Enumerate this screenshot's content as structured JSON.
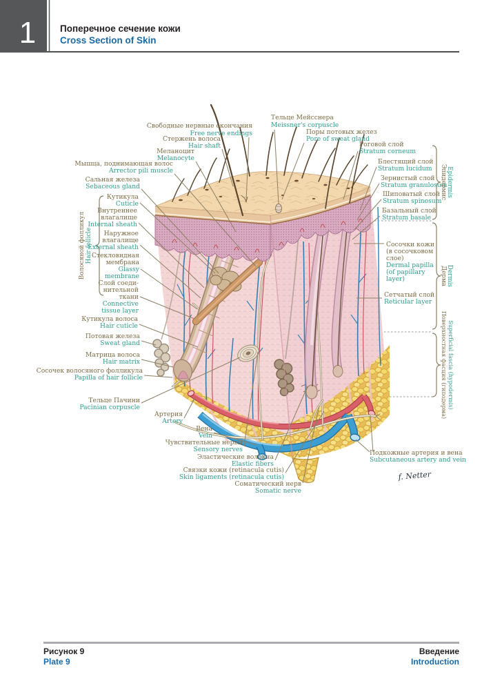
{
  "header": {
    "chapter_number": "1",
    "title_ru": "Поперечное сечение кожи",
    "title_en": "Cross Section of Skin"
  },
  "footer": {
    "figure_ru": "Рисунок 9",
    "figure_en": "Plate 9",
    "section_ru": "Введение",
    "section_en": "Introduction"
  },
  "signature": "f. Netter",
  "colors": {
    "label_ru": "#7d6b45",
    "label_en": "#2f9b8b",
    "title_blue": "#1a6aa5",
    "tab_gray": "#555759",
    "lead_line": "#8c8063",
    "vein_blue": "#3d9ed2",
    "artery_red": "#d95f69",
    "fat_yellow": "#f6dd7c",
    "epidermis_purple": "#d9abc1",
    "dermis_pink": "#f4d6d7"
  },
  "groups": {
    "hair_follicle": {
      "ru": "Волосяной фолликул",
      "en": "Hair follicle"
    },
    "epidermis": {
      "ru": "Эпидермис",
      "en": "Epidermis"
    },
    "dermis": {
      "ru": "Дерма",
      "en": "Dermis"
    },
    "hypodermis": {
      "ru": "Поверхностная фасция (гиподерма)",
      "en": "Superficial fascia (hypodermis)"
    }
  },
  "labels": {
    "meissner": {
      "ru": "Тельце Мейсснера",
      "en": "Meissner's corpuscle"
    },
    "free_nerve": {
      "ru": "Свободные нервные окончания",
      "en": "Free nerve endings"
    },
    "hair_shaft": {
      "ru": "Стержень волоса",
      "en": "Hair shaft"
    },
    "melanocyte": {
      "ru": "Меланоцит",
      "en": "Melanocyte"
    },
    "arrector": {
      "ru": "Мышца, поднимающая волос",
      "en": "Arrector pili muscle"
    },
    "sebaceous": {
      "ru": "Сальная железа",
      "en": "Sebaceous gland"
    },
    "pore_sweat": {
      "ru": "Поры потовых желез",
      "en": "Pore of sweat gland"
    },
    "corneum": {
      "ru": "Роговой слой",
      "en": "Stratum corneum"
    },
    "lucidum": {
      "ru": "Блестящий слой",
      "en": "Stratum lucidum"
    },
    "granulosum": {
      "ru": "Зернистый слой",
      "en": "Stratum granulosum"
    },
    "spinosum": {
      "ru": "Шиповатый слой",
      "en": "Stratum spinosum"
    },
    "basale": {
      "ru": "Базальный слой",
      "en": "Stratum basale"
    },
    "dermal_papilla": {
      "ru1": "Сосочки кожи",
      "ru2": "(в сосочковом",
      "ru3": "слое)",
      "en1": "Dermal papilla",
      "en2": "(of papillary",
      "en3": "layer)"
    },
    "reticular": {
      "ru": "Сетчатый слой",
      "en": "Reticular layer"
    },
    "cuticle": {
      "ru": "Кутикула",
      "en": "Cuticle"
    },
    "internal_sheath": {
      "ru1": "Внутреннее",
      "ru2": "влагалище",
      "en": "Internal sheath"
    },
    "external_sheath": {
      "ru1": "Наружное",
      "ru2": "влагалище",
      "en": "External sheath"
    },
    "glassy": {
      "ru1": "Стекловидная",
      "ru2": "мембрана",
      "en1": "Glassy",
      "en2": "membrane"
    },
    "connective": {
      "ru1": "Слой соеди-",
      "ru2": "нительной",
      "ru3": "ткани",
      "en1": "Connective",
      "en2": "tissue layer"
    },
    "hair_cuticle": {
      "ru": "Кутикула волоса",
      "en": "Hair cuticle"
    },
    "sweat_gland": {
      "ru": "Потовая железа",
      "en": "Sweat gland"
    },
    "hair_matrix": {
      "ru": "Матрица волоса",
      "en": "Hair matrix"
    },
    "papilla_follicle": {
      "ru": "Сосочек волосяного фолликула",
      "en": "Papilla of hair follicle"
    },
    "pacinian": {
      "ru": "Тельце Пачини",
      "en": "Pacinian corpuscle"
    },
    "artery": {
      "ru": "Артерия",
      "en": "Artery"
    },
    "vein": {
      "ru": "Вена",
      "en": "Vein"
    },
    "sensory": {
      "ru": "Чувствительные нервы",
      "en": "Sensory nerves"
    },
    "elastic": {
      "ru": "Эластические волокна",
      "en": "Elastic fibers"
    },
    "ligaments": {
      "ru": "Связки кожи (retinacula cutis)",
      "en": "Skin ligaments (retinacula cutis)"
    },
    "somatic": {
      "ru": "Соматический нерв",
      "en": "Somatic nerve"
    },
    "subcutaneous": {
      "ru": "Подкожные артерия и вена",
      "en": "Subcutaneous artery and vein"
    }
  }
}
